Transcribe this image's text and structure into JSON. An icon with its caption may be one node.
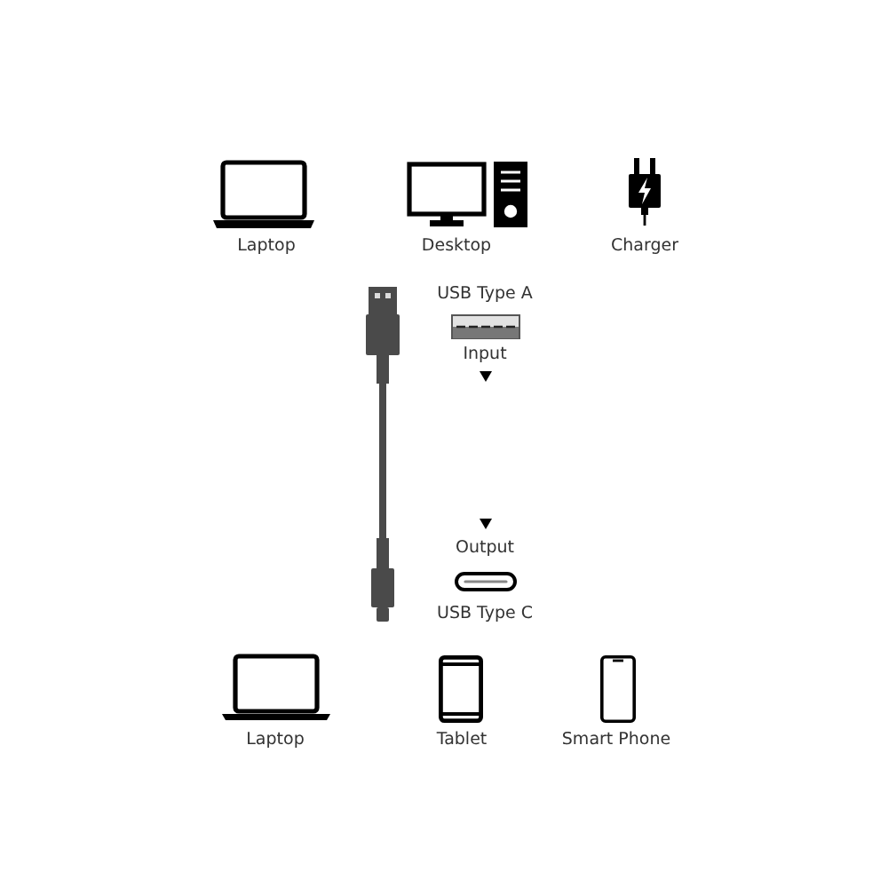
{
  "diagram": {
    "labels": [
      "Laptop",
      "Desktop",
      "Charger",
      "USB Type A",
      "Input",
      "Output",
      "USB Type C",
      "Laptop",
      "Tablet",
      "Smart Phone"
    ]
  }
}
